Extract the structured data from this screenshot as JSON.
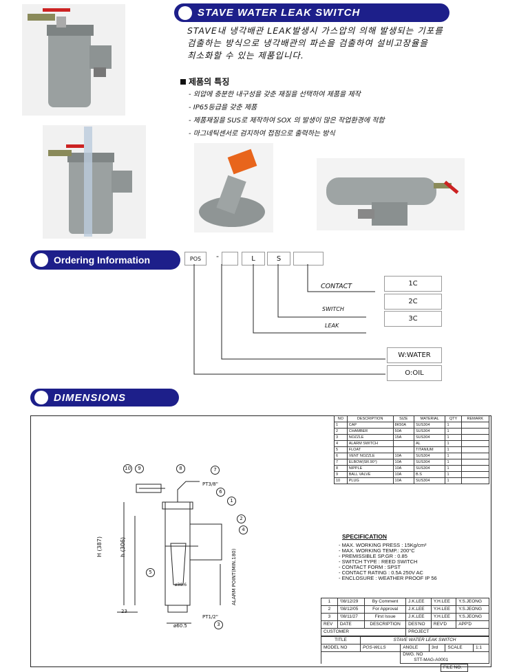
{
  "header": {
    "title": "STAVE WATER LEAK SWITCH"
  },
  "intro": {
    "line1": "STAVE내 냉각배관 LEAK발생시 가스압의 의해 발생되는 기포를",
    "line2": "검출하는 방식으로 냉각배관의 파손을 검출하여 설비고장율을",
    "line3": "최소화할 수 있는 제품입니다."
  },
  "features": {
    "heading": "제품의 특징",
    "items": [
      "- 외압에 충분한 내구성을 갖춘 재질을 선택하여 제품을 제작",
      "- IP65등급을 갖춘 제품",
      "- 제품재질을 SUS로 제작하여 SOX 의 발생이 많은 작업환경에 적합",
      "- 마그네틱센서로 검지하여 접점으로 출력하는 방식"
    ]
  },
  "ordering": {
    "title": "Ordering Information",
    "code": [
      "POS",
      "-",
      "",
      "L",
      "S",
      ""
    ],
    "labels": {
      "contact": "CONTACT",
      "switch": "SWITCH",
      "leak": "LEAK"
    },
    "options": {
      "contact": [
        "1C",
        "2C",
        "3C"
      ],
      "fluid": [
        "W:WATER",
        "O:OIL"
      ]
    }
  },
  "dimensions": {
    "title": "DIMENSIONS",
    "callouts": [
      "1",
      "2",
      "3",
      "4",
      "5",
      "6",
      "7",
      "8",
      "9",
      "10"
    ],
    "notes": {
      "pt38": "PT3/8\"",
      "pt12": "PT1/2\"",
      "phi605": "ø60.5",
      "phi386": "ø38.6",
      "h387": "H (387)",
      "h306": "h (306)",
      "alarm": "ALARM POINT(MIN.180)",
      "d23": "23"
    },
    "bom": {
      "headers": [
        "NO",
        "DESCRIPTION",
        "SIZE",
        "MATERIAL",
        "QTY",
        "REMARK"
      ],
      "rows": [
        [
          "1",
          "CAP",
          "8K50A",
          "SUS304",
          "1",
          ""
        ],
        [
          "2",
          "CHAMBER",
          "50A",
          "SUS304",
          "1",
          ""
        ],
        [
          "3",
          "NOZZLE",
          "15A",
          "SUS304",
          "1",
          ""
        ],
        [
          "4",
          "ALARM SWITCH",
          "",
          "AL",
          "1",
          ""
        ],
        [
          "5",
          "FLOAT",
          "",
          "TITANIUM",
          "1",
          ""
        ],
        [
          "6",
          "VENT NOZZLE",
          "10A",
          "SUS304",
          "1",
          ""
        ],
        [
          "7",
          "ELBOW(SR.90°)",
          "10A",
          "SUS304",
          "1",
          ""
        ],
        [
          "8",
          "NIPPLE",
          "10A",
          "SUS304",
          "1",
          ""
        ],
        [
          "9",
          "BALL VALVE",
          "10A",
          "B.S",
          "1",
          ""
        ],
        [
          "10",
          "PLUG",
          "10A",
          "SUS304",
          "1",
          ""
        ]
      ]
    },
    "spec": {
      "title": "SPECIFICATION",
      "lines": [
        "- MAX. WORKING PRESS : 15Kg/cm²",
        "- MAX. WORKING TEMP.: 200°C",
        "- PREMISSIBLE SP.GR : 0.85",
        "- SWITCH TYPE : REED SWITCH",
        "- CONTACT FORM : SPST",
        "- CONTACT RATING : 0.5A 250V AC",
        "- ENCLOSURE : WEATHER PROOF IP 56"
      ]
    },
    "revisions": [
      [
        "1",
        "'08/12/29",
        "By Comment",
        "J.K.LEE",
        "Y.H.LEE",
        "Y.S.JEONG"
      ],
      [
        "2",
        "'08/12/05",
        "For Approval",
        "J.K.LEE",
        "Y.H.LEE",
        "Y.S.JEONG"
      ],
      [
        "3",
        "'08/11/27",
        "First Issue",
        "J.K.LEE",
        "Y.H.LEE",
        "Y.S.JEONG"
      ]
    ],
    "titleblock": {
      "rev": "REV",
      "date": "DATE",
      "description": "DESCRIPTION",
      "desno": "DES'NO",
      "revd": "REV'D",
      "appd": "APP'D",
      "customer": "CUSTOMER",
      "project": "PROJECT",
      "title_label": "TITLE",
      "title": "STAVE WATER LEAK SWITCH",
      "model_label": "MODEL NO",
      "model": "POS-WLLS",
      "angle": "ANGLE",
      "angle_val": "3rd",
      "scale": "SCALE",
      "scale_val": "1:1",
      "dwg_label": "DWG. NO",
      "dwg": "STT-MAG-A0001",
      "file": "FILE NO."
    }
  }
}
